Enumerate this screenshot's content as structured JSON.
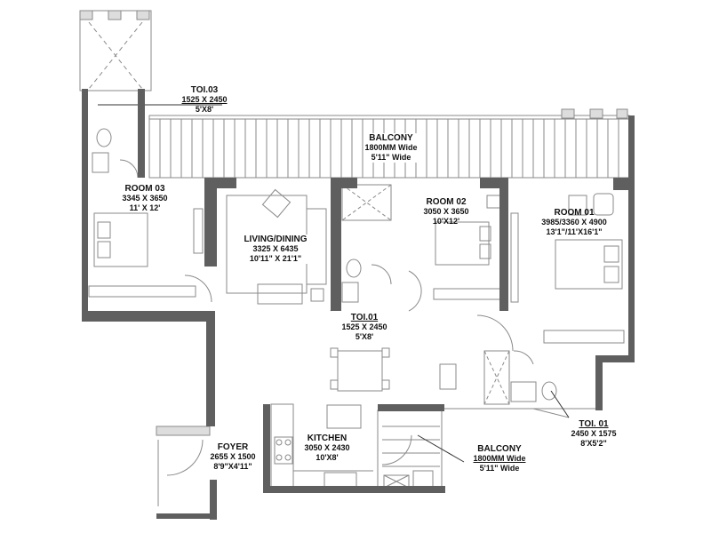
{
  "plan": {
    "wall_color": "#5f5f5f",
    "line_color": "#8a8a8a",
    "rooms": [
      {
        "id": "toi03",
        "name": "TOI.03",
        "metric": "1525 X 2450",
        "imperial": "5'X8'"
      },
      {
        "id": "balcony_top",
        "name": "BALCONY",
        "metric": "1800MM Wide",
        "imperial": "5'11\" Wide"
      },
      {
        "id": "room03",
        "name": "ROOM 03",
        "metric": "3345 X 3650",
        "imperial": "11' X 12'"
      },
      {
        "id": "living",
        "name": "LIVING/DINING",
        "metric": "3325 X 6435",
        "imperial": "10'11\" X 21'1\""
      },
      {
        "id": "room02",
        "name": "ROOM 02",
        "metric": "3050 X 3650",
        "imperial": "10'X12'"
      },
      {
        "id": "room01",
        "name": "ROOM 01",
        "metric": "3985/3360 X 4900",
        "imperial": "13'1\"/11'X16'1\""
      },
      {
        "id": "toi01a",
        "name": "TOI.01",
        "metric": "1525 X 2450",
        "imperial": "5'X8'"
      },
      {
        "id": "toi01b",
        "name": "TOI. 01",
        "metric": "2450 X 1575",
        "imperial": "8'X5'2\""
      },
      {
        "id": "foyer",
        "name": "FOYER",
        "metric": "2655 X 1500",
        "imperial": "8'9\"X4'11\""
      },
      {
        "id": "kitchen",
        "name": "KITCHEN",
        "metric": "3050 X 2430",
        "imperial": "10'X8'"
      },
      {
        "id": "balcony_bottom",
        "name": "BALCONY",
        "metric": "1800MM Wide",
        "imperial": "5'11\" Wide"
      }
    ]
  }
}
